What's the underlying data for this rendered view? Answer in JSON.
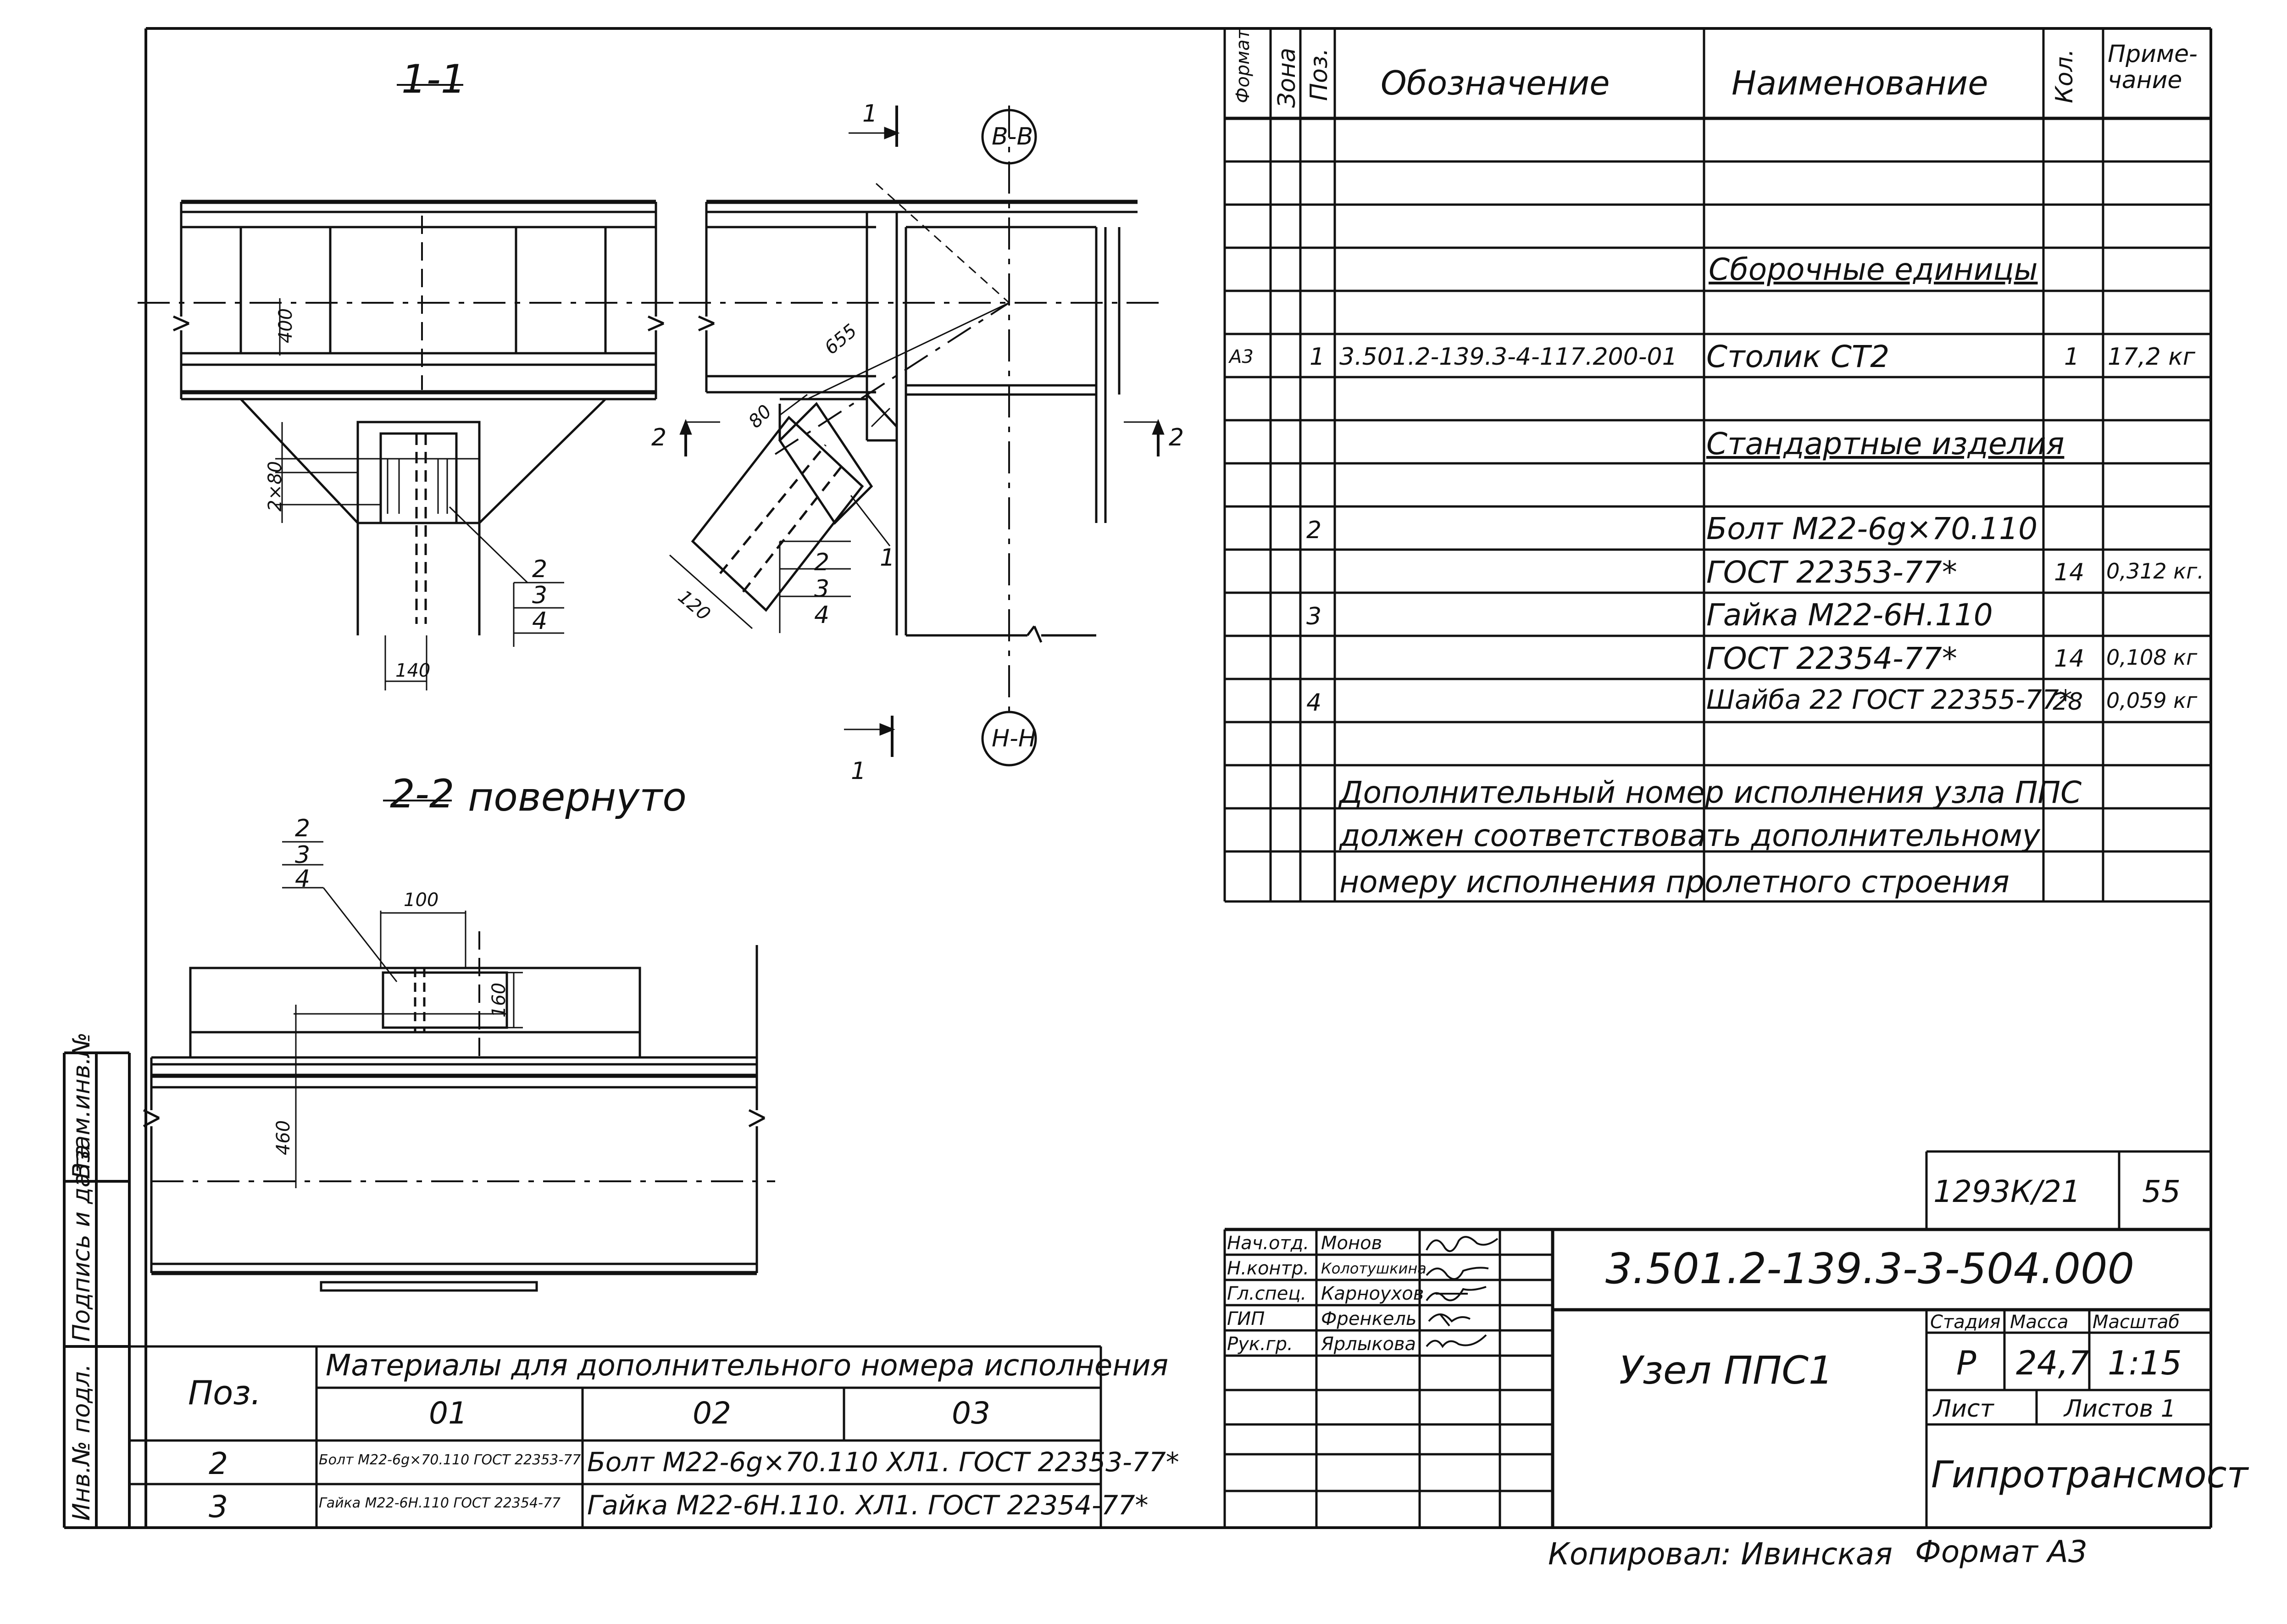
{
  "views": {
    "section_1_1": "1-1",
    "section_2_2": "2-2",
    "section_2_2_note": "повернуто",
    "axis_top": "В-В",
    "axis_bottom": "Н-Н",
    "cut_1": "1",
    "cut_2": "2",
    "dims": {
      "d400": "400",
      "d2x80": "2×80",
      "d140": "140",
      "d655": "655",
      "d80": "80",
      "d120": "120",
      "d100": "100",
      "d160": "160",
      "d460": "460"
    },
    "callouts": [
      "2",
      "3",
      "4"
    ],
    "callout_1": "1"
  },
  "spec_table": {
    "headers": {
      "format": "Формат",
      "zone": "Зона",
      "pos": "Поз.",
      "designation": "Обозначение",
      "name": "Наименование",
      "qty": "Кол.",
      "note": "Приме-чание"
    },
    "section_assembly": "Сборочные единицы",
    "row_1": {
      "format": "А3",
      "pos": "1",
      "designation": "3.501.2-139.3-4-117.200-01",
      "name": "Столик СТ2",
      "qty": "1",
      "note": "17,2 кг"
    },
    "section_standard": "Стандартные изделия",
    "row_2": {
      "pos": "2",
      "name1": "Болт М22-6g×70.110",
      "name2": "ГОСТ 22353-77*",
      "qty": "14",
      "note": "0,312 кг."
    },
    "row_3": {
      "pos": "3",
      "name1": "Гайка М22-6Н.110",
      "name2": "ГОСТ 22354-77*",
      "qty": "14",
      "note": "0,108 кг"
    },
    "row_4": {
      "pos": "4",
      "name": "Шайба 22 ГОСТ 22355-77*",
      "qty": "28",
      "note": "0,059 кг"
    },
    "footnote": [
      "Дополнительный номер исполнения узла ППС",
      "должен соответствовать дополнительному",
      "номеру исполнения пролетного строения"
    ]
  },
  "materials_table": {
    "pos_header": "Поз.",
    "title": "Материалы для дополнительного номера исполнения",
    "cols": [
      "01",
      "02",
      "03"
    ],
    "rows": [
      {
        "pos": "2",
        "c01": "Болт М22-6g×70.110 ГОСТ 22353-77",
        "c02_03": "Болт М22-6g×70.110 ХЛ1. ГОСТ 22353-77*"
      },
      {
        "pos": "3",
        "c01": "Гайка М22-6Н.110 ГОСТ 22354-77",
        "c02_03": "Гайка М22-6Н.110. ХЛ1. ГОСТ 22354-77*"
      }
    ]
  },
  "side_stamp": [
    "Инв.№ подл.",
    "Подпись и дата",
    "Взам.инв.№"
  ],
  "title_block": {
    "order_no": "1293К/21",
    "sheet_id": "55",
    "doc_code": "3.501.2-139.3-3-504.000",
    "title": "Узел ППС1",
    "stage_label": "Стадия",
    "mass_label": "Масса",
    "scale_label": "Масштаб",
    "stage": "Р",
    "mass": "24,7",
    "scale": "1:15",
    "sheet_label": "Лист",
    "sheets_label": "Листов 1",
    "org": "Гипротрансмост",
    "staff": [
      {
        "role": "Нач.отд.",
        "name": "Монов"
      },
      {
        "role": "Н.контр.",
        "name": "Колотушкина"
      },
      {
        "role": "Гл.спец.",
        "name": "Карноухов"
      },
      {
        "role": "ГИП",
        "name": "Френкель"
      },
      {
        "role": "Рук.гр.",
        "name": "Ярлыкова"
      }
    ]
  },
  "bottom": {
    "copied": "Копировал: Ивинская",
    "format": "Формат А3"
  }
}
